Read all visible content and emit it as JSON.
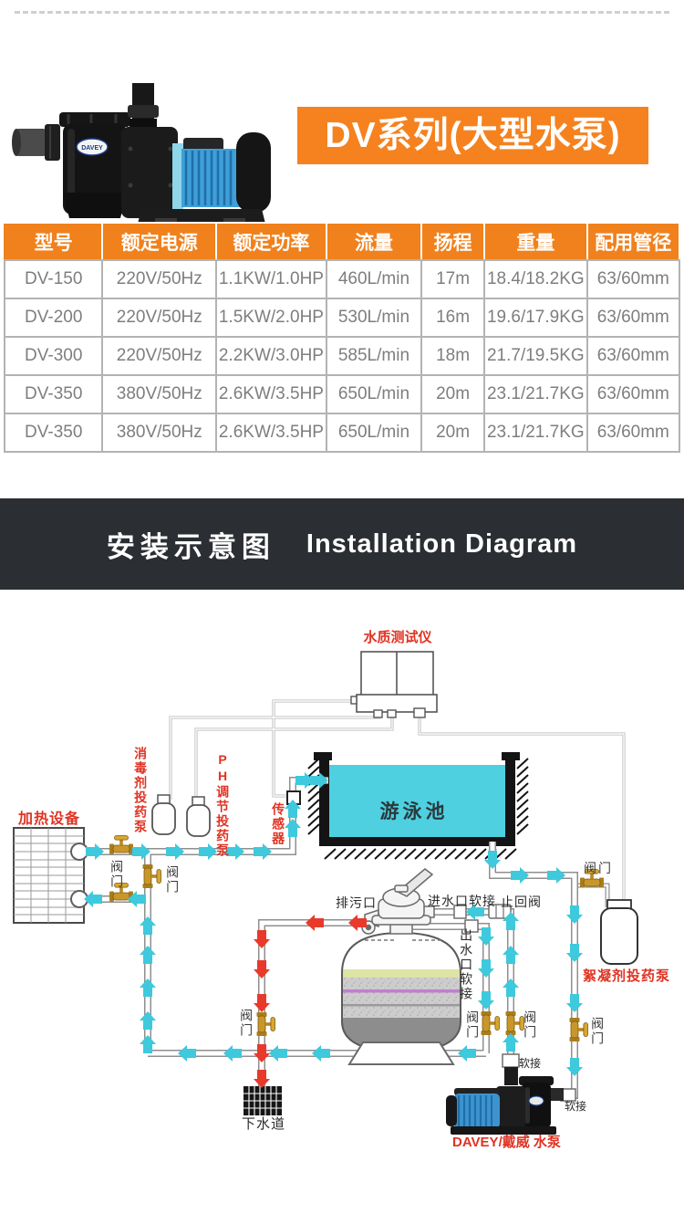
{
  "hero": {
    "title": "DV系列(大型水泵)",
    "banner_color": "#f5821f",
    "pump_brand": "DAVEY"
  },
  "spec_table": {
    "headers": [
      "型号",
      "额定电源",
      "额定功率",
      "流量",
      "扬程",
      "重量",
      "配用管径"
    ],
    "rows": [
      [
        "DV-150",
        "220V/50Hz",
        "1.1KW/1.0HP",
        "460L/min",
        "17m",
        "18.4/18.2KG",
        "63/60mm"
      ],
      [
        "DV-200",
        "220V/50Hz",
        "1.5KW/2.0HP",
        "530L/min",
        "16m",
        "19.6/17.9KG",
        "63/60mm"
      ],
      [
        "DV-300",
        "220V/50Hz",
        "2.2KW/3.0HP",
        "585L/min",
        "18m",
        "21.7/19.5KG",
        "63/60mm"
      ],
      [
        "DV-350",
        "380V/50Hz",
        "2.6KW/3.5HP",
        "650L/min",
        "20m",
        "23.1/21.7KG",
        "63/60mm"
      ],
      [
        "DV-350",
        "380V/50Hz",
        "2.6KW/3.5HP",
        "650L/min",
        "20m",
        "23.1/21.7KG",
        "63/60mm"
      ]
    ]
  },
  "section_banner": {
    "title_zh": "安装示意图",
    "title_en": "Installation Diagram",
    "bg_color": "#2b2e33"
  },
  "diagram": {
    "labels": {
      "water_tester": "水质测试仪",
      "heater": "加热设备",
      "chlorine_dosing_pump": "消毒剂投药泵",
      "ph_dosing_pump": "PH调节投药泵",
      "sensor": "传感器",
      "pool": "游泳池",
      "valve": "阀门",
      "drain_outlet": "排污口",
      "inlet_soft_joint": "进水口软接",
      "check_valve": "止回阀",
      "outlet_soft_joint": "出水口软接",
      "flocculant_dosing_pump": "絮凝剂投药泵",
      "sewer": "下水道",
      "soft_joint": "软接",
      "pump_caption": "DAVEY/戴威 水泵"
    },
    "colors": {
      "pipe_flow_cyan": "#3ec9dd",
      "drain_flow_red": "#e8392b",
      "pool_water": "#4ed0e0",
      "valve_brass": "#c9962a",
      "label_red": "#e03323"
    }
  }
}
